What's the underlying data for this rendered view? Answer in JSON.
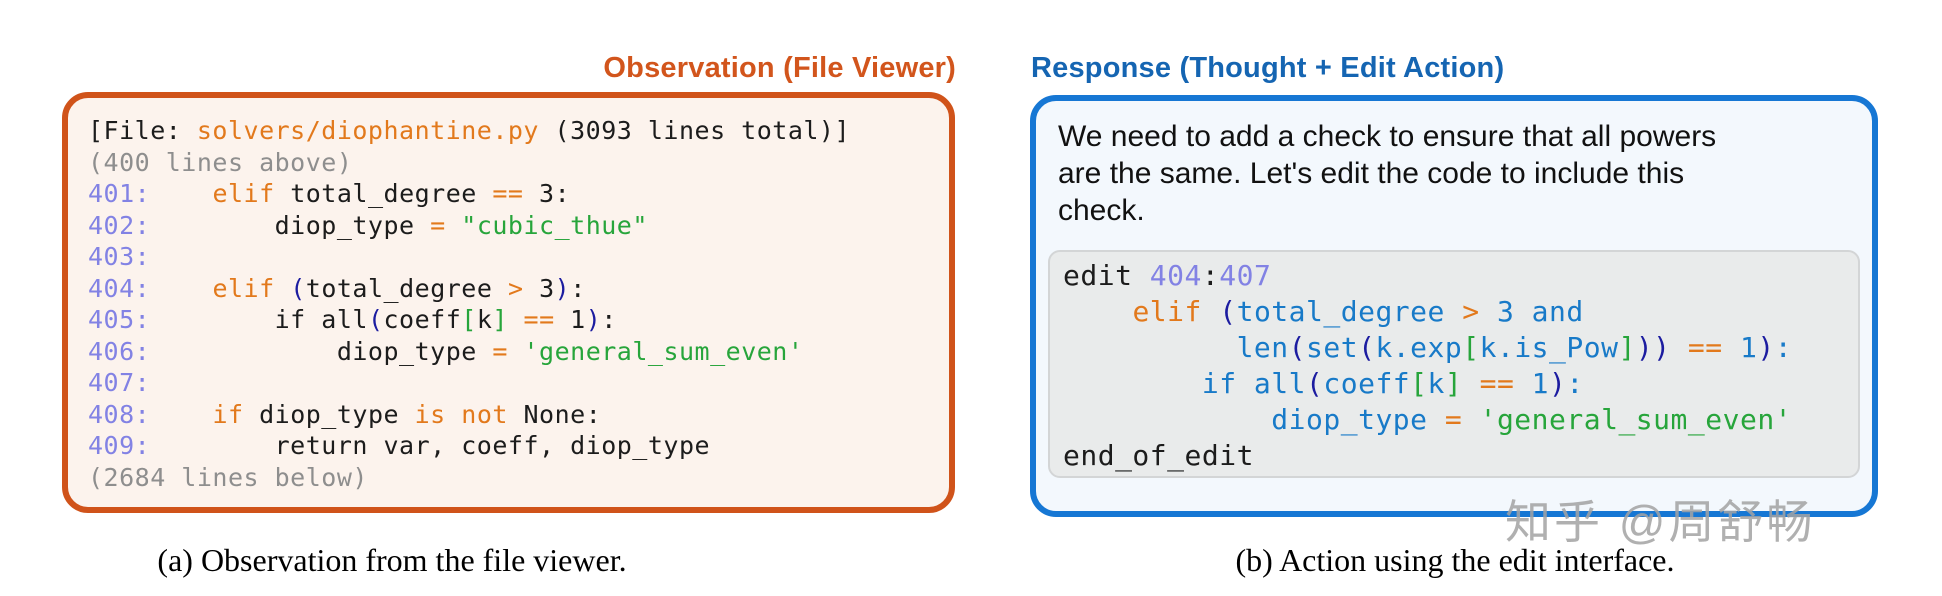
{
  "left_panel": {
    "title": "Observation (File Viewer)",
    "caption": "(a) Observation from the file viewer.",
    "code_lines": [
      [
        {
          "t": "[File: ",
          "c": "p"
        },
        {
          "t": "solvers/diophantine.py",
          "c": "kw"
        },
        {
          "t": " (3093 lines total)]",
          "c": "p"
        }
      ],
      [
        {
          "t": "(400 lines above)",
          "c": "gray"
        }
      ],
      [
        {
          "t": "401:",
          "c": "num"
        },
        {
          "t": "    ",
          "c": "p"
        },
        {
          "t": "elif",
          "c": "kw"
        },
        {
          "t": " total_degree ",
          "c": "p"
        },
        {
          "t": "==",
          "c": "kw"
        },
        {
          "t": " 3:",
          "c": "p"
        }
      ],
      [
        {
          "t": "402:",
          "c": "num"
        },
        {
          "t": "        diop_type ",
          "c": "p"
        },
        {
          "t": "=",
          "c": "kw"
        },
        {
          "t": " ",
          "c": "p"
        },
        {
          "t": "\"cubic_thue\"",
          "c": "str"
        }
      ],
      [
        {
          "t": "403:",
          "c": "num"
        }
      ],
      [
        {
          "t": "404:",
          "c": "num"
        },
        {
          "t": "    ",
          "c": "p"
        },
        {
          "t": "elif",
          "c": "kw"
        },
        {
          "t": " ",
          "c": "p"
        },
        {
          "t": "(",
          "c": "paren"
        },
        {
          "t": "total_degree ",
          "c": "p"
        },
        {
          "t": ">",
          "c": "kw"
        },
        {
          "t": " 3",
          "c": "p"
        },
        {
          "t": ")",
          "c": "paren"
        },
        {
          "t": ":",
          "c": "p"
        }
      ],
      [
        {
          "t": "405:",
          "c": "num"
        },
        {
          "t": "        if all",
          "c": "p"
        },
        {
          "t": "(",
          "c": "paren"
        },
        {
          "t": "coeff",
          "c": "p"
        },
        {
          "t": "[",
          "c": "str"
        },
        {
          "t": "k",
          "c": "p"
        },
        {
          "t": "]",
          "c": "str"
        },
        {
          "t": " ",
          "c": "p"
        },
        {
          "t": "==",
          "c": "kw"
        },
        {
          "t": " 1",
          "c": "p"
        },
        {
          "t": ")",
          "c": "paren"
        },
        {
          "t": ":",
          "c": "p"
        }
      ],
      [
        {
          "t": "406:",
          "c": "num"
        },
        {
          "t": "            diop_type ",
          "c": "p"
        },
        {
          "t": "=",
          "c": "kw"
        },
        {
          "t": " ",
          "c": "p"
        },
        {
          "t": "'general_sum_even'",
          "c": "str"
        }
      ],
      [
        {
          "t": "407:",
          "c": "num"
        }
      ],
      [
        {
          "t": "408:",
          "c": "num"
        },
        {
          "t": "    ",
          "c": "p"
        },
        {
          "t": "if",
          "c": "kw"
        },
        {
          "t": " diop_type ",
          "c": "p"
        },
        {
          "t": "is not",
          "c": "kw"
        },
        {
          "t": " None:",
          "c": "p"
        }
      ],
      [
        {
          "t": "409:",
          "c": "num"
        },
        {
          "t": "        return var, coeff, diop_type",
          "c": "p"
        }
      ],
      [
        {
          "t": "(2684 lines below)",
          "c": "gray"
        }
      ]
    ]
  },
  "right_panel": {
    "title": "Response (Thought + Edit Action)",
    "caption": "(b) Action using the edit interface.",
    "thought_lines": [
      "We need to add a check to ensure that all powers",
      "are the same. Let's edit the code to include this",
      "check."
    ],
    "edit_lines": [
      [
        {
          "t": "edit ",
          "c": "p"
        },
        {
          "t": "404",
          "c": "num"
        },
        {
          "t": ":",
          "c": "p"
        },
        {
          "t": "407",
          "c": "num"
        }
      ],
      [
        {
          "t": "    ",
          "c": "p"
        },
        {
          "t": "elif",
          "c": "kw"
        },
        {
          "t": " ",
          "c": "p"
        },
        {
          "t": "(",
          "c": "paren"
        },
        {
          "t": "total_degree ",
          "c": "blue"
        },
        {
          "t": ">",
          "c": "kw"
        },
        {
          "t": " 3 and",
          "c": "blue"
        }
      ],
      [
        {
          "t": "          ",
          "c": "p"
        },
        {
          "t": "len",
          "c": "blue"
        },
        {
          "t": "(",
          "c": "paren"
        },
        {
          "t": "set",
          "c": "blue"
        },
        {
          "t": "(",
          "c": "paren"
        },
        {
          "t": "k.exp",
          "c": "blue"
        },
        {
          "t": "[",
          "c": "str"
        },
        {
          "t": "k.is_Pow",
          "c": "blue"
        },
        {
          "t": "]",
          "c": "str"
        },
        {
          "t": "))",
          "c": "paren"
        },
        {
          "t": " ",
          "c": "p"
        },
        {
          "t": "==",
          "c": "kw"
        },
        {
          "t": " 1",
          "c": "blue"
        },
        {
          "t": ")",
          "c": "paren"
        },
        {
          "t": ":",
          "c": "blue"
        }
      ],
      [
        {
          "t": "        ",
          "c": "p"
        },
        {
          "t": "if all",
          "c": "blue"
        },
        {
          "t": "(",
          "c": "paren"
        },
        {
          "t": "coeff",
          "c": "blue"
        },
        {
          "t": "[",
          "c": "str"
        },
        {
          "t": "k",
          "c": "blue"
        },
        {
          "t": "]",
          "c": "str"
        },
        {
          "t": " ",
          "c": "p"
        },
        {
          "t": "==",
          "c": "kw"
        },
        {
          "t": " 1",
          "c": "blue"
        },
        {
          "t": ")",
          "c": "paren"
        },
        {
          "t": ":",
          "c": "blue"
        }
      ],
      [
        {
          "t": "            ",
          "c": "p"
        },
        {
          "t": "diop_type ",
          "c": "blue"
        },
        {
          "t": "=",
          "c": "kw"
        },
        {
          "t": " ",
          "c": "p"
        },
        {
          "t": "'general_sum_even'",
          "c": "str"
        }
      ],
      [
        {
          "t": "end_of_edit",
          "c": "p"
        }
      ]
    ]
  },
  "watermark": "知乎 @周舒畅",
  "colors": {
    "observation_accent": "#d0531a",
    "observation_bg": "#fcf3ed",
    "response_accent": "#1677d4",
    "response_title": "#1565b2",
    "response_bg": "#f3f8fd",
    "edit_block_bg": "#e9ebeb",
    "keyword_orange": "#e2791c",
    "line_number_purple": "#8282e4",
    "string_green": "#27a53b",
    "identifier_blue": "#187ac8",
    "paren_navy": "#1c1ca0",
    "meta_gray": "#8e8e8e"
  }
}
